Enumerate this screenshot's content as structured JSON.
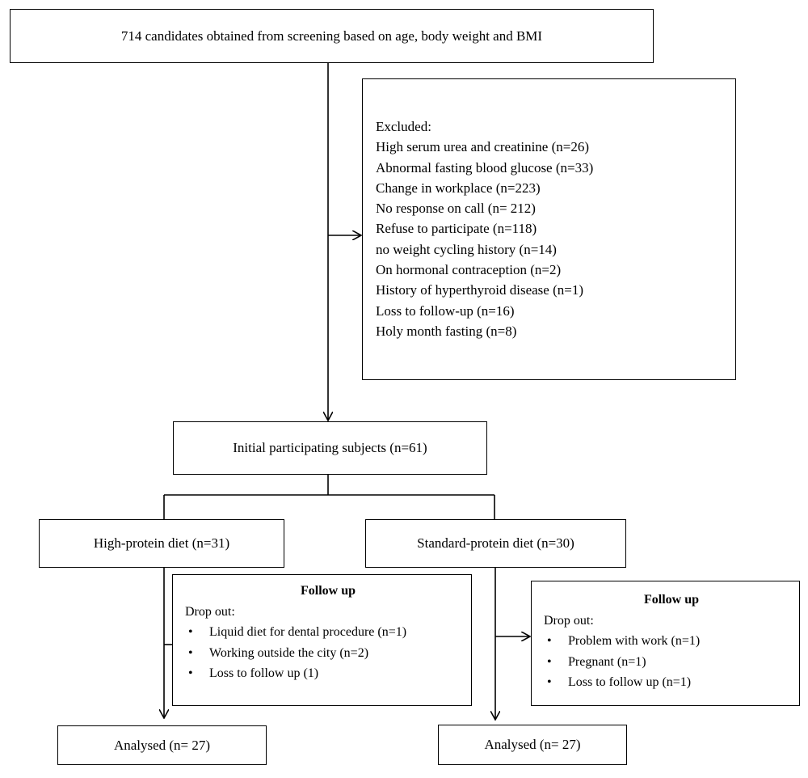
{
  "boxes": {
    "screening": "714 candidates obtained from screening based on age, body weight and BMI",
    "initial": "Initial participating subjects (n=61)",
    "high_protein": "High-protein diet (n=31)",
    "standard_protein": "Standard-protein diet (n=30)",
    "analysed_left": "Analysed (n= 27)",
    "analysed_right": "Analysed (n= 27)"
  },
  "excluded": {
    "heading": "Excluded:",
    "items": [
      "High serum urea and creatinine (n=26)",
      "Abnormal fasting blood glucose (n=33)",
      "Change in workplace (n=223)",
      "No response on call (n= 212)",
      "Refuse to participate (n=118)",
      "no weight cycling history (n=14)",
      "On hormonal contraception (n=2)",
      "History of hyperthyroid disease (n=1)",
      "Loss to follow-up (n=16)",
      "Holy month fasting (n=8)"
    ]
  },
  "followup_left": {
    "title": "Follow up",
    "subtitle": "Drop out:",
    "items": [
      "Liquid diet for dental procedure (n=1)",
      "Working outside the city (n=2)",
      "Loss to follow up (1)"
    ]
  },
  "followup_right": {
    "title": "Follow up",
    "subtitle": "Drop out:",
    "items": [
      "Problem with work (n=1)",
      "Pregnant (n=1)",
      "Loss to follow up (n=1)"
    ]
  },
  "bullet_glyph": "•"
}
